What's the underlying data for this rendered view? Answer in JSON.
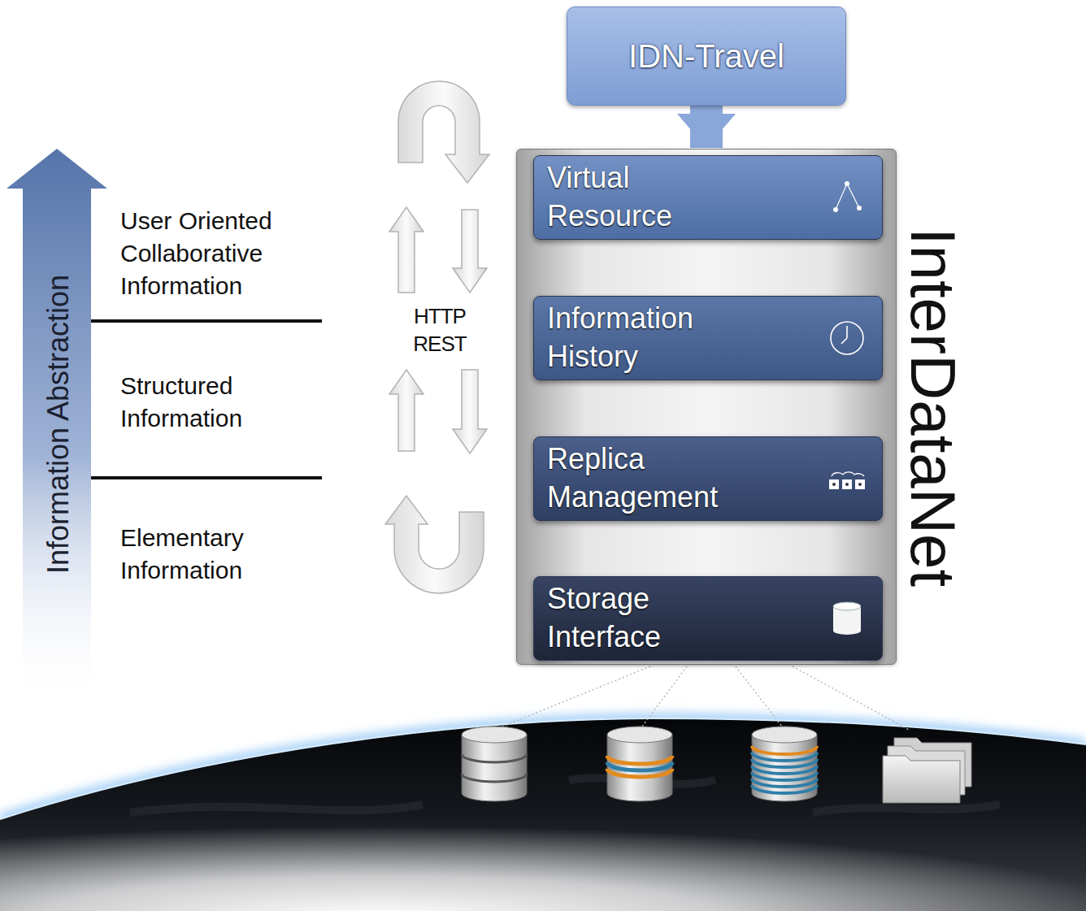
{
  "diagram": {
    "nodes": [
      {
        "text": [
          "IDN-Travel"
        ]
      },
      {
        "text": [
          "InterDataNet"
        ]
      },
      {
        "text": [
          "Virtual Resource"
        ],
        "in": 1
      },
      {
        "text": [
          "Information History"
        ],
        "in": 1
      },
      {
        "text": [
          "Replica Management"
        ],
        "in": 1
      },
      {
        "text": [
          "Storage Interface"
        ],
        "in": 1
      }
    ],
    "edges": [
      {
        "from": 0,
        "to": 1,
        "arrow": "to"
      }
    ],
    "labels": [
      "Information Abstraction",
      "User Oriented Collaborative Information",
      "Structured Information",
      "Elementary Information",
      "HTTP REST"
    ]
  }
}
